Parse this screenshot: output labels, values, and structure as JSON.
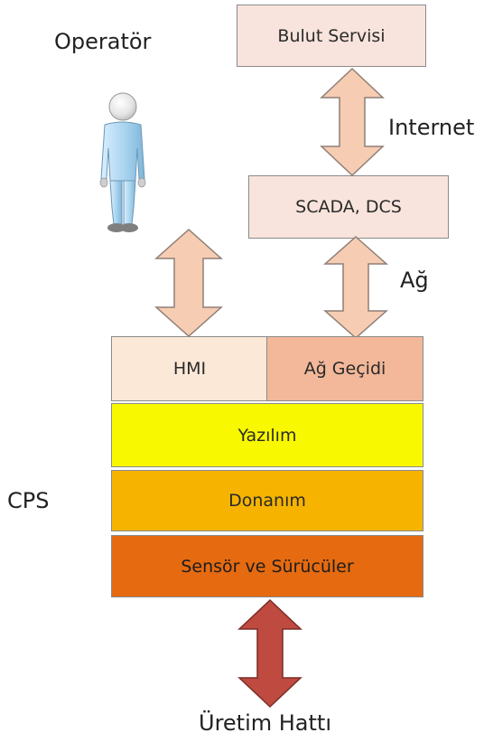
{
  "labels": {
    "operator": "Operatör",
    "internet": "Internet",
    "network": "Ağ",
    "cps": "CPS",
    "production_line": "Üretim Hattı"
  },
  "boxes": {
    "cloud_service": "Bulut Servisi",
    "scada_dcs": "SCADA, DCS",
    "hmi": "HMI",
    "gateway": "Ağ Geçidi",
    "software": "Yazılım",
    "hardware": "Donanım",
    "sensors_drivers": "Sensör ve Sürücüler"
  },
  "colors": {
    "peach_box": "#f8e4dc",
    "hmi_fill": "#fbe8d6",
    "gateway_fill": "#f2b899",
    "software_fill": "#f8f800",
    "hardware_fill": "#f6b400",
    "sensors_fill": "#e56a10",
    "light_arrow": "#f6ccb3",
    "dark_arrow": "#be4a40",
    "person_body": "#a9d3ee"
  },
  "icons": {
    "operator": "person-icon"
  }
}
